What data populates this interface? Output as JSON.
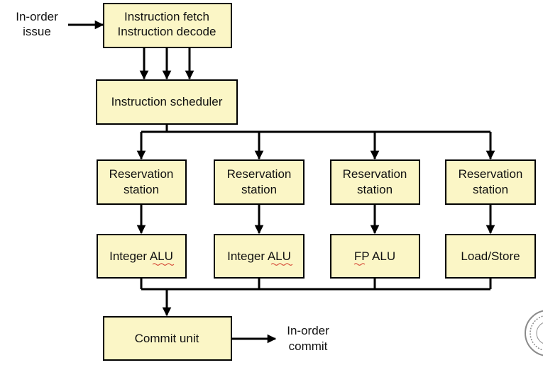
{
  "inputs": {
    "issue_line1": "In-order",
    "issue_line2": "issue"
  },
  "fetch_box": {
    "line1": "Instruction fetch",
    "line2": "Instruction decode"
  },
  "scheduler_box": {
    "label": "Instruction scheduler"
  },
  "reservation_stations": [
    {
      "line1": "Reservation",
      "line2": "station"
    },
    {
      "line1": "Reservation",
      "line2": "station"
    },
    {
      "line1": "Reservation",
      "line2": "station"
    },
    {
      "line1": "Reservation",
      "line2": "station"
    }
  ],
  "units": [
    {
      "label": "Integer ALU"
    },
    {
      "label": "Integer ALU"
    },
    {
      "label": "FP ALU"
    },
    {
      "label": "Load/Store"
    }
  ],
  "commit_box": {
    "label": "Commit unit"
  },
  "outputs": {
    "commit_line1": "In-order",
    "commit_line2": "commit"
  },
  "colors": {
    "box_fill": "#fbf6c6",
    "line": "#000000"
  }
}
